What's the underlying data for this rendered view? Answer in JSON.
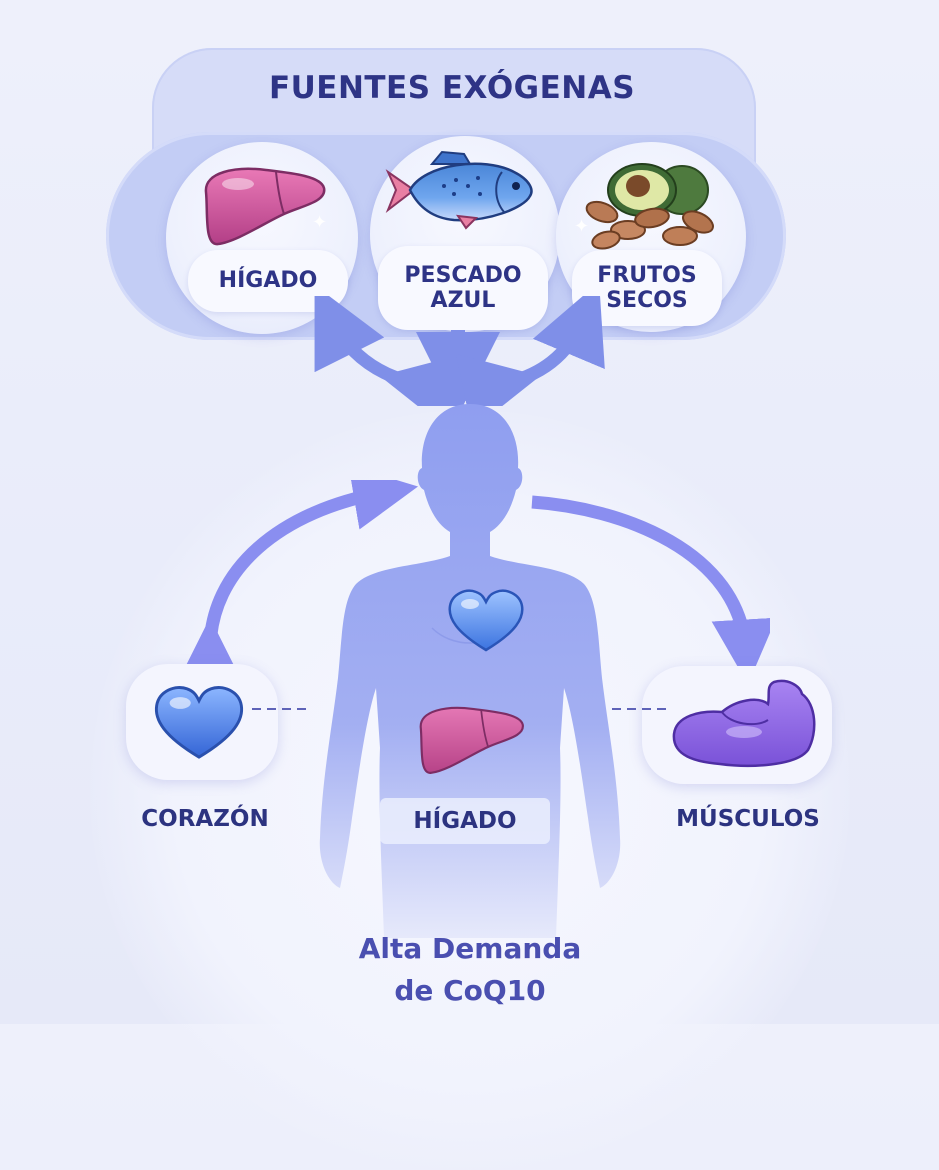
{
  "header": {
    "title": "FUENTES EXÓGENAS"
  },
  "sources": [
    {
      "label": "HÍGADO",
      "icon": "liver-icon"
    },
    {
      "label": "PESCADO\nAZUL",
      "icon": "fish-icon"
    },
    {
      "label": "FRUTOS\nSECOS",
      "icon": "nuts-avocado-icon"
    }
  ],
  "organs": {
    "heart": {
      "label": "CORAZÓN",
      "icon": "heart-icon"
    },
    "liver": {
      "label": "HÍGADO",
      "icon": "liver-icon"
    },
    "muscle": {
      "label": "MÚSCULOS",
      "icon": "flexed-arm-icon"
    }
  },
  "footer": {
    "demand": "Alta Demanda\nde CoQ10"
  },
  "colors": {
    "title": "#2e3486",
    "demand": "#4a4fb0",
    "arrow": "#7f8fe8",
    "body": "#9aa7ee",
    "liver": "#c94f97",
    "heart": "#4c84ec",
    "muscle": "#8a63e0"
  }
}
